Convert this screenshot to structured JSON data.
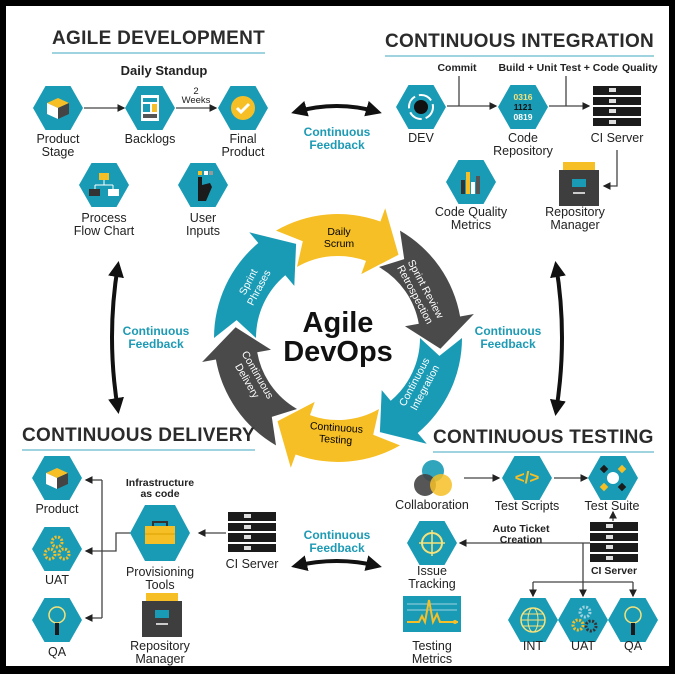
{
  "colors": {
    "teal": "#1a9bb5",
    "yellow": "#f6bf26",
    "gray": "#4a4a4a",
    "feedback": "#1d9ab4"
  },
  "agile": {
    "title": "AGILE DEVELOPMENT",
    "standup": "Daily Standup",
    "weeks": "2\nWeeks",
    "product_stage": "Product\nStage",
    "backlogs": "Backlogs",
    "final_product": "Final\nProduct",
    "process_flow": "Process\nFlow Chart",
    "user_inputs": "User\nInputs"
  },
  "ci": {
    "title": "CONTINUOUS INTEGRATION",
    "commit": "Commit",
    "build": "Build + Unit Test + Code Quality",
    "dev": "DEV",
    "code_repo": "Code\nRepository",
    "repo_digits": [
      "0316",
      "1121",
      "0819"
    ],
    "ci_server": "CI Server",
    "code_quality": "Code Quality\nMetrics",
    "repo_manager": "Repository\nManager"
  },
  "cd": {
    "title": "CONTINUOUS DELIVERY",
    "product": "Product",
    "uat": "UAT",
    "qa": "QA",
    "infra": "Infrastructure\nas code",
    "provisioning": "Provisioning\nTools",
    "ci_server": "CI Server",
    "repo_manager": "Repository\nManager"
  },
  "ct": {
    "title": "CONTINUOUS TESTING",
    "collaboration": "Collaboration",
    "test_scripts": "Test Scripts",
    "script_glyph": "</>",
    "test_suite": "Test Suite",
    "auto_ticket": "Auto Ticket\nCreation",
    "issue_tracking": "Issue\nTracking",
    "ci_server": "CI Server",
    "testing_metrics": "Testing\nMetrics",
    "int": "INT",
    "uat": "UAT",
    "qa": "QA"
  },
  "feedback": {
    "top": "Continuous\nFeedback",
    "left": "Continuous\nFeedback",
    "right": "Continuous\nFeedback",
    "bottom": "Continuous\nFeedback"
  },
  "cycle": {
    "center": "Agile\nDevOps",
    "segments": [
      {
        "label": "Daily\nScrum",
        "color": "yellow"
      },
      {
        "label": "Sprint Review\nRetrospection",
        "color": "gray"
      },
      {
        "label": "Continuous\nIntegration",
        "color": "teal"
      },
      {
        "label": "Continuous\nTesting",
        "color": "yellow"
      },
      {
        "label": "Continuous\nDelivery",
        "color": "gray"
      },
      {
        "label": "Sprint\nPhrases",
        "color": "teal"
      }
    ]
  }
}
